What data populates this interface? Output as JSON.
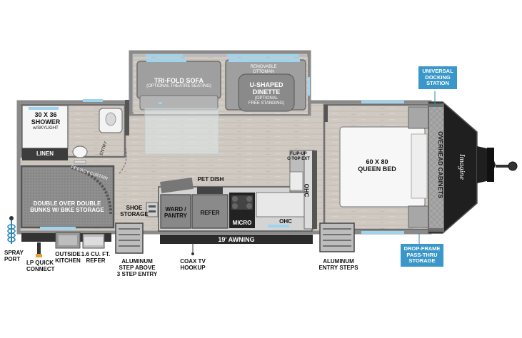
{
  "plan": {
    "rooms": {
      "shower": "30 x 36",
      "shower_sub": "SHOWER",
      "shower_sub2": "w/SKYLIGHT",
      "linen": "LINEN",
      "bunks_1": "DOUBLE OVER DOUBLE",
      "bunks_2": "BUNKS W/ BIKE STORAGE",
      "privacy": "PRIVACY CURTAIN",
      "sofa": "TRI-FOLD SOFA",
      "sofa_sub": "(OPTIONAL THEATRE SEATING)",
      "ottoman_1": "REMOVABLE",
      "ottoman_2": "OTTOMAN",
      "dinette_1": "U-SHAPED",
      "dinette_2": "DINETTE",
      "dinette_sub_1": "(OPTIONAL",
      "dinette_sub_2": "FREE STANDING)",
      "entry": "ENTRY",
      "pet_dish": "PET DISH",
      "shoe_1": "SHOE",
      "shoe_2": "STORAGE",
      "ward_1": "WARD /",
      "ward_2": "PANTRY",
      "refer": "REFER",
      "micro": "MICRO",
      "ohc_1": "OHC",
      "ohc_2": "OHC",
      "flipup_1": "FLIP-UP",
      "flipup_2": "C-TOP EXT",
      "bed_1": "60 x 80",
      "bed_2": "QUEEN BED",
      "overhead": "OVERHEAD CABINETS",
      "awning": "19' AWNING",
      "brand": "Imagine"
    },
    "callouts": {
      "docking_1": "UNIVERSAL",
      "docking_2": "DOCKING",
      "docking_3": "STATION",
      "drop_1": "DROP-FRAME",
      "drop_2": "PASS-THRU",
      "drop_3": "STORAGE"
    },
    "exterior": {
      "spray_1": "SPRAY",
      "spray_2": "PORT",
      "lp_1": "LP QUICK",
      "lp_2": "CONNECT",
      "kitchen_1": "OUTSIDE",
      "kitchen_2": "KITCHEN",
      "refer_1": "1.6 CU. FT.",
      "refer_2": "REFER",
      "alu_1": "ALUMINUM",
      "alu_2": "STEP ABOVE",
      "alu_3": "3 STEP ENTRY",
      "coax_1": "COAX TV",
      "coax_2": "HOOKUP",
      "steps_1": "ALUMINUM",
      "steps_2": "ENTRY STEPS"
    },
    "colors": {
      "wall": "#9a9a9a",
      "floor": "#cdc7bf",
      "carpet": "#8f8f8f",
      "counter": "#d9d9d9",
      "accent": "#3a97c9",
      "dark": "#2b2b2b"
    }
  }
}
